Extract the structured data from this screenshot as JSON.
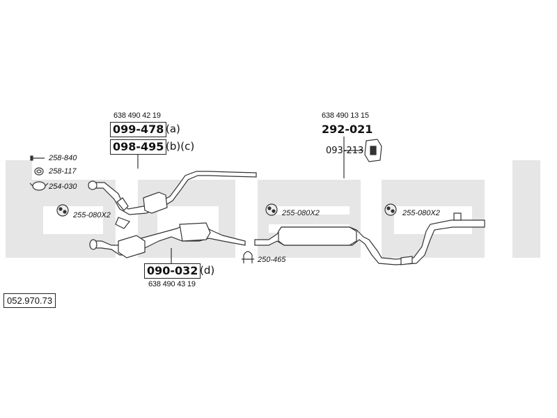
{
  "catalog_number": "052.970.73",
  "groups": [
    {
      "oem_number": "638 490 42 19",
      "parts": [
        {
          "number": "099-478",
          "suffix": "(a)"
        },
        {
          "number": "098-495",
          "suffix": "(b)(c)"
        }
      ]
    },
    {
      "oem_number": "638 490 43 19",
      "parts": [
        {
          "number": "090-032",
          "suffix": "(d)"
        }
      ]
    },
    {
      "oem_number": "638 490 13 15",
      "parts": [
        {
          "number": "292-021",
          "suffix": ""
        }
      ],
      "mount_number": "093-213"
    }
  ],
  "hardware": [
    {
      "number": "258-840",
      "icon": "bolt-icon"
    },
    {
      "number": "258-117",
      "icon": "ring-gasket-icon"
    },
    {
      "number": "254-030",
      "icon": "hose-clamp-icon"
    },
    {
      "number": "255-080X2",
      "icon": "rubber-hanger-icon"
    },
    {
      "number": "250-465",
      "icon": "u-bolt-clamp-icon"
    }
  ],
  "watermark": "bosal",
  "colors": {
    "watermark": "#e6e6e6",
    "line": "#333333"
  }
}
